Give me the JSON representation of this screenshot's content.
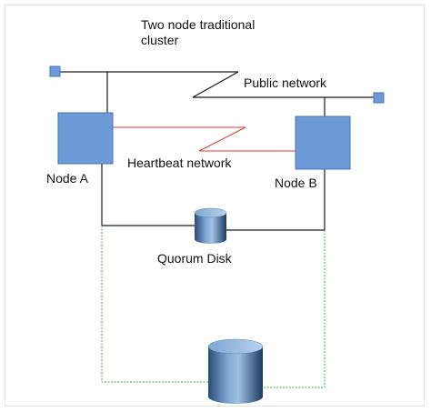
{
  "title": "Two node traditional cluster",
  "labels": {
    "public_network": "Public network",
    "heartbeat_network": "Heartbeat network",
    "node_a": "Node A",
    "node_b": "Node B",
    "quorum_disk": "Quorum Disk"
  },
  "colors": {
    "node_fill": "#6c9ad6",
    "node_stroke": "#4a76b0",
    "public_line": "#1a1a1a",
    "heartbeat_line": "#e03a3a",
    "storage_line": "#36b836",
    "disk_light": "#9fc2e4",
    "disk_dark": "#1c3960"
  }
}
